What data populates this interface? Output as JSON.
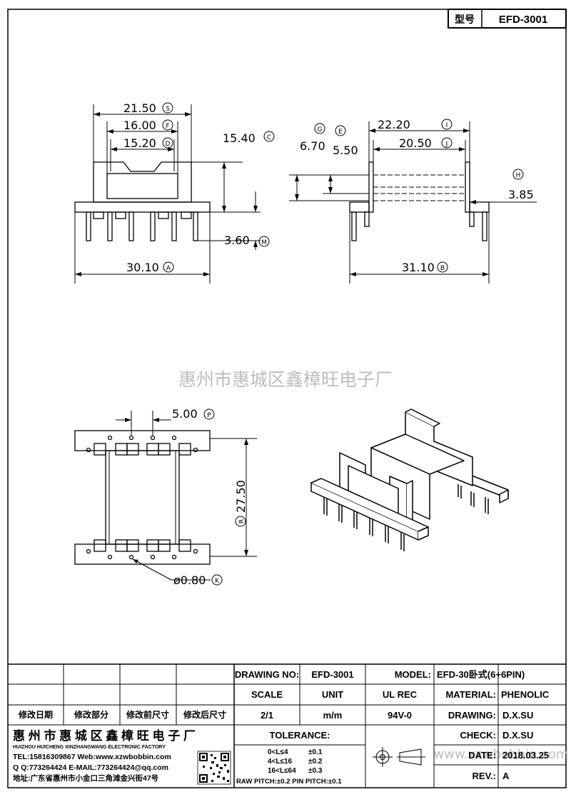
{
  "header": {
    "label_type": "型号",
    "model_code": "EFD-3001"
  },
  "dimensions": {
    "A": {
      "value": "30.10",
      "letter": "A"
    },
    "B": {
      "value": "31.10",
      "letter": "B"
    },
    "C": {
      "value": "15.40",
      "letter": "C"
    },
    "D": {
      "value": "15.20",
      "letter": "D"
    },
    "E": {
      "value": "5.50",
      "letter": "E"
    },
    "F": {
      "value": "16.00",
      "letter": "F"
    },
    "G": {
      "value": "6.70",
      "letter": "G"
    },
    "H": {
      "value": "3.85",
      "letter": "H"
    },
    "I": {
      "value": "22.20",
      "letter": "I"
    },
    "J": {
      "value": "20.50",
      "letter": "J"
    },
    "K": {
      "value": "ø0.80",
      "letter": "K"
    },
    "M": {
      "value": "3.60",
      "letter": "M"
    },
    "P": {
      "value": "5.00",
      "letter": "P"
    },
    "R": {
      "value": "27.50",
      "letter": "R"
    },
    "S": {
      "value": "21.50",
      "letter": "S"
    }
  },
  "watermark": {
    "company": "惠州市惠城区鑫樟旺电子厂",
    "url": "www.xzwbobbin.com"
  },
  "title_block": {
    "revision_headers": [
      "修改日期",
      "修改部分",
      "修改前尺寸",
      "修改后尺寸"
    ],
    "company_cn": "惠 州 市 惠 城 区 鑫 樟 旺 电 子 厂",
    "company_en": "HUIZHOU HUICHENG XINZHANGWANG ELECTRONIC FACTORY",
    "tel": "TEL:15816309867 Web:www.xzwbobbin.com",
    "qq": "Q Q:773264424 E-MAIL:773264424@qq.com",
    "address": "地址:广东省惠州市小金口三角滩金兴街47号",
    "drawing_no_label": "DRAWING NO:",
    "drawing_no": "EFD-3001",
    "model_label": "MODEL:",
    "model": "EFD-30卧式(6+6PIN)",
    "scale_label": "SCALE",
    "unit_label": "UNIT",
    "ul_label": "UL REC",
    "material_label": "MATERIAL:",
    "material": "PHENOLIC",
    "scale": "2/1",
    "unit": "m/m",
    "ul": "94V-0",
    "drawing_label": "DRAWING:",
    "drawing_by": "D.X.SU",
    "check_label": "CHECK:",
    "check_by": "D.X.SU",
    "date_label": "DATE:",
    "date": "2018.03.25",
    "rev_label": "REV.:",
    "rev": "A",
    "tolerance_label": "TOLERANCE:",
    "tol_rows": [
      {
        "range": "0<L≤4",
        "tol": "±0.1"
      },
      {
        "range": "4<L≤16",
        "tol": "±0.2"
      },
      {
        "range": "16<L≤64",
        "tol": "±0.3"
      }
    ],
    "pitch": "RAW PITCH:±0.2 PIN PITCH:±0.1"
  }
}
